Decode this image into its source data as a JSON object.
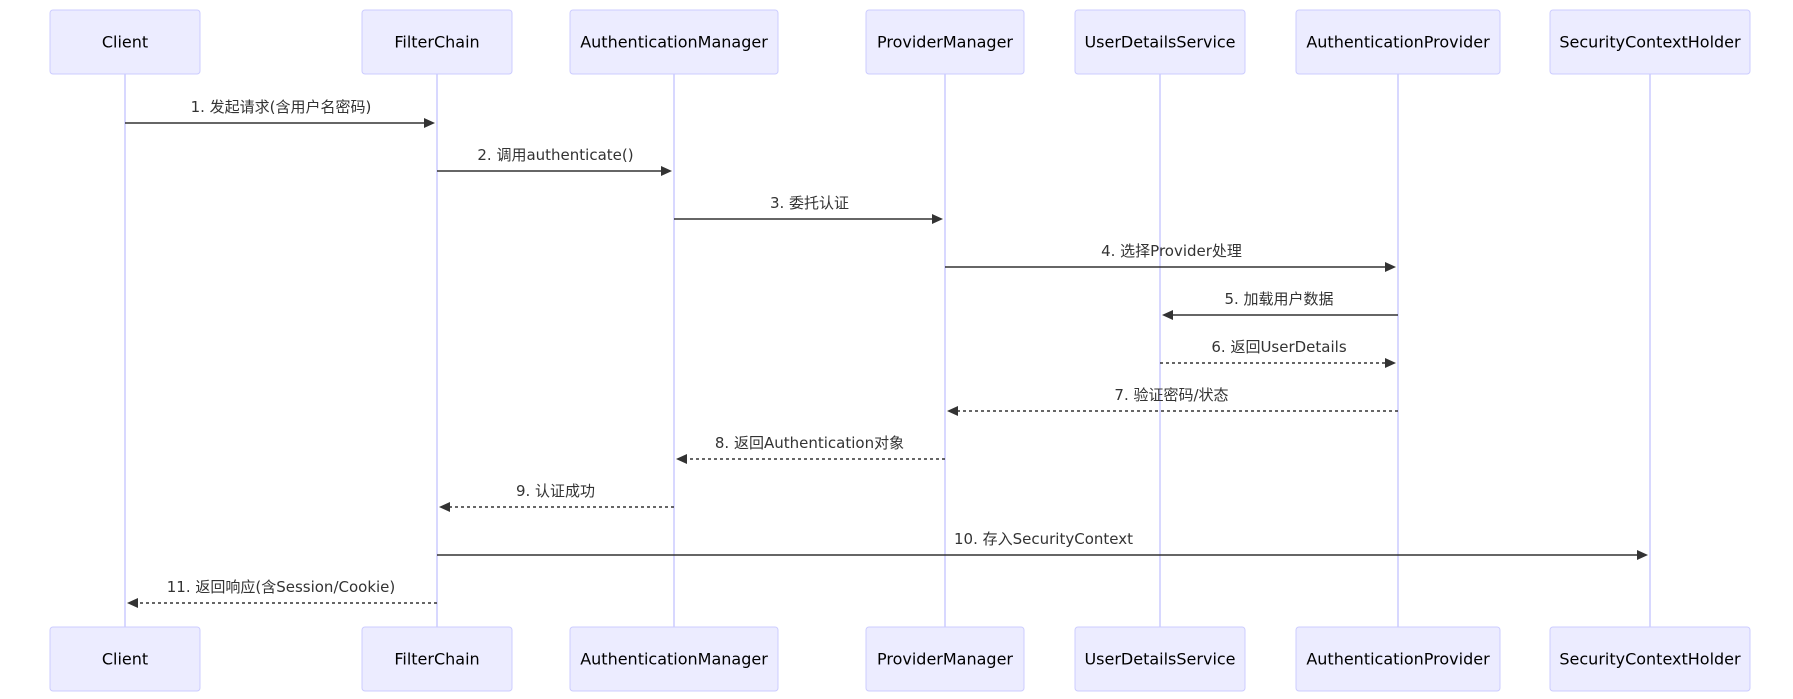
{
  "participants": [
    "Client",
    "FilterChain",
    "AuthenticationManager",
    "ProviderManager",
    "UserDetailsService",
    "AuthenticationProvider",
    "SecurityContextHolder"
  ],
  "messages": [
    {
      "from": 0,
      "to": 1,
      "label": "1. 发起请求(含用户名密码)",
      "style": "solid"
    },
    {
      "from": 1,
      "to": 2,
      "label": "2. 调用authenticate()",
      "style": "solid"
    },
    {
      "from": 2,
      "to": 3,
      "label": "3. 委托认证",
      "style": "solid"
    },
    {
      "from": 3,
      "to": 5,
      "label": "4. 选择Provider处理",
      "style": "solid"
    },
    {
      "from": 5,
      "to": 4,
      "label": "5. 加载用户数据",
      "style": "solid"
    },
    {
      "from": 4,
      "to": 5,
      "label": "6. 返回UserDetails",
      "style": "dashed"
    },
    {
      "from": 5,
      "to": 3,
      "label": "7. 验证密码/状态",
      "style": "dashed"
    },
    {
      "from": 3,
      "to": 2,
      "label": "8. 返回Authentication对象",
      "style": "dashed"
    },
    {
      "from": 2,
      "to": 1,
      "label": "9. 认证成功",
      "style": "dashed"
    },
    {
      "from": 1,
      "to": 6,
      "label": "10. 存入SecurityContext",
      "style": "solid"
    },
    {
      "from": 1,
      "to": 0,
      "label": "11. 返回响应(含Session/Cookie)",
      "style": "dashed"
    }
  ],
  "colors": {
    "actor_fill": "#ECECFF",
    "actor_border": "#CCCCFF",
    "lifeline": "#CCCCFF",
    "message": "#333333"
  }
}
